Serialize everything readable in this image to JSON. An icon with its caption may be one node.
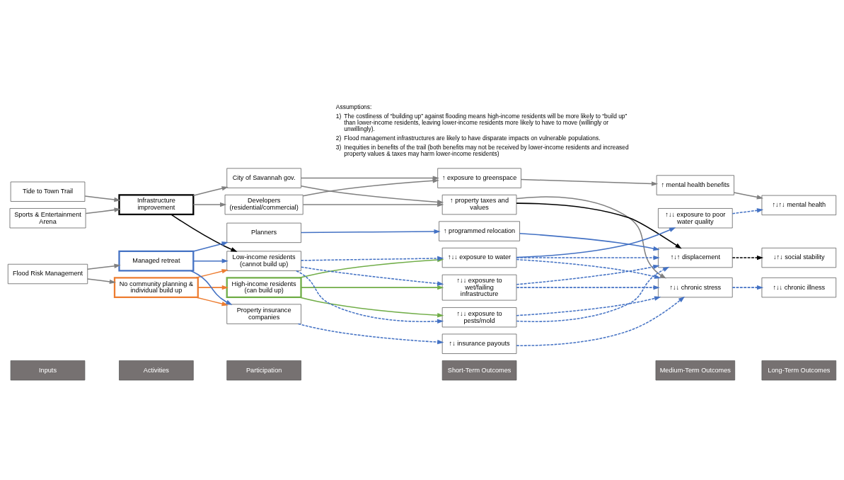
{
  "diagram": {
    "nodes": [
      {
        "text": [
          "Inputs"
        ]
      },
      {
        "text": [
          "Activities"
        ]
      },
      {
        "text": [
          "Participation"
        ]
      },
      {
        "text": [
          "Short-Term Outcomes"
        ]
      },
      {
        "text": [
          "Medium-Term Outcomes"
        ]
      },
      {
        "text": [
          "Long-Term Outcomes"
        ]
      },
      {
        "text": [
          "Tide to Town Trail"
        ]
      },
      {
        "text": [
          "Sports & Entertainment Arena"
        ]
      },
      {
        "text": [
          "Flood Risk Management"
        ]
      },
      {
        "text": [
          "Infrastructure improvement"
        ]
      },
      {
        "text": [
          "No community planning & individual build up"
        ]
      },
      {
        "text": [
          "Managed retreat"
        ]
      },
      {
        "text": [
          "City of Savannah gov."
        ]
      },
      {
        "text": [
          "Developers (residential/commercial)"
        ]
      },
      {
        "text": [
          "High-income residents (can build up)"
        ]
      },
      {
        "text": [
          "Low-income residents (cannot build up)"
        ]
      },
      {
        "text": [
          "Property insurance companies"
        ]
      },
      {
        "text": [
          "Planners"
        ]
      },
      {
        "text": [
          "↑ property taxes and values"
        ]
      },
      {
        "text": [
          "↑ exposure to greenspace"
        ]
      },
      {
        "text": [
          "↑↓↓ exposure to water"
        ]
      },
      {
        "text": [
          "↑↓↓ exposure to pests/mold"
        ]
      },
      {
        "text": [
          "↑↓↓ exposure to wet/failing infrastructure"
        ]
      },
      {
        "text": [
          "↑↓ insurance payouts"
        ]
      },
      {
        "text": [
          "↑ programmed relocation"
        ]
      },
      {
        "text": [
          "↑ mental health benefits"
        ]
      },
      {
        "text": [
          "↑↓↓ exposure to poor water quality"
        ]
      },
      {
        "text": [
          "↑↓↓ chronic stress"
        ]
      },
      {
        "text": [
          "↑↓↑ displacement"
        ]
      },
      {
        "text": [
          "↑↓↑↓ mental health"
        ]
      },
      {
        "text": [
          "↑↓↓ chronic illness"
        ]
      },
      {
        "text": [
          "↓↑↓ social stability"
        ]
      }
    ],
    "edges": [
      {
        "from": 6,
        "to": 9,
        "arrow": "to"
      },
      {
        "from": 7,
        "to": 9,
        "arrow": "to"
      },
      {
        "from": 8,
        "to": 10,
        "arrow": "to"
      },
      {
        "from": 8,
        "to": 11,
        "arrow": "to"
      },
      {
        "from": 9,
        "to": 12,
        "arrow": "to"
      },
      {
        "from": 9,
        "to": 13,
        "arrow": "to"
      },
      {
        "from": 9,
        "to": 15,
        "arrow": "to",
        "color": "#000000"
      },
      {
        "from": 10,
        "to": 14,
        "arrow": "to",
        "color": "#ed7d31"
      },
      {
        "from": 10,
        "to": 15,
        "arrow": "to",
        "color": "#ed7d31"
      },
      {
        "from": 10,
        "to": 16,
        "arrow": "to",
        "color": "#ed7d31"
      },
      {
        "from": 11,
        "to": 15,
        "arrow": "to",
        "color": "#4472c4"
      },
      {
        "from": 11,
        "to": 16,
        "arrow": "to",
        "color": "#4472c4"
      },
      {
        "from": 11,
        "to": 17,
        "arrow": "to",
        "color": "#4472c4"
      },
      {
        "from": 12,
        "to": 18,
        "arrow": "to"
      },
      {
        "from": 12,
        "to": 19,
        "arrow": "to"
      },
      {
        "from": 13,
        "to": 18,
        "arrow": "to"
      },
      {
        "from": 13,
        "to": 19,
        "arrow": "to"
      },
      {
        "from": 14,
        "to": 20,
        "arrow": "to",
        "color": "#70ad47"
      },
      {
        "from": 14,
        "to": 21,
        "arrow": "to",
        "color": "#70ad47"
      },
      {
        "from": 14,
        "to": 22,
        "arrow": "to",
        "color": "#70ad47"
      },
      {
        "from": 15,
        "to": 20,
        "arrow": "to",
        "style": "dashed",
        "color": "#4472c4"
      },
      {
        "from": 15,
        "to": 21,
        "arrow": "to",
        "style": "dashed",
        "color": "#4472c4"
      },
      {
        "from": 15,
        "to": 22,
        "arrow": "to",
        "style": "dashed",
        "color": "#4472c4"
      },
      {
        "from": 16,
        "to": 23,
        "arrow": "to",
        "style": "dashed",
        "color": "#4472c4"
      },
      {
        "from": 17,
        "to": 24,
        "arrow": "to",
        "color": "#4472c4"
      },
      {
        "from": 18,
        "to": 27,
        "arrow": "to"
      },
      {
        "from": 18,
        "to": 28,
        "arrow": "to",
        "color": "#000000"
      },
      {
        "from": 19,
        "to": 25,
        "arrow": "to"
      },
      {
        "from": 20,
        "to": 26,
        "arrow": "to",
        "color": "#4472c4"
      },
      {
        "from": 20,
        "to": 27,
        "arrow": "to",
        "style": "dashed",
        "color": "#4472c4"
      },
      {
        "from": 20,
        "to": 28,
        "arrow": "to",
        "style": "dashed",
        "color": "#4472c4"
      },
      {
        "from": 21,
        "to": 27,
        "arrow": "to",
        "style": "dashed",
        "color": "#4472c4"
      },
      {
        "from": 21,
        "to": 28,
        "arrow": "to",
        "style": "dashed",
        "color": "#4472c4"
      },
      {
        "from": 22,
        "to": 27,
        "arrow": "to",
        "style": "dashed",
        "color": "#4472c4"
      },
      {
        "from": 22,
        "to": 28,
        "arrow": "to",
        "style": "dashed",
        "color": "#4472c4"
      },
      {
        "from": 23,
        "to": 27,
        "arrow": "to",
        "style": "dashed",
        "color": "#4472c4"
      },
      {
        "from": 24,
        "to": 28,
        "arrow": "to",
        "color": "#4472c4"
      },
      {
        "from": 25,
        "to": 29,
        "arrow": "to"
      },
      {
        "from": 26,
        "to": 29,
        "arrow": "to",
        "style": "dashed",
        "color": "#4472c4"
      },
      {
        "from": 27,
        "to": 30,
        "arrow": "to",
        "style": "dashed",
        "color": "#4472c4"
      },
      {
        "from": 28,
        "to": 31,
        "arrow": "to",
        "style": "dashed",
        "color": "#000000"
      }
    ],
    "labels": [
      "Assumptions:",
      "1)",
      "The costliness of “building up” against flooding means high-income residents will be more likely to “build up” than lower-income residents, leaving lower-income residents more likely to have to move (willingly or unwillingly).",
      "2)",
      "Flood management infrastructures are likely to have disparate impacts on vulnerable populations.",
      "3)",
      "Inequities in benefits of the trail (both benefits may not be received by lower-income residents and increased property values & taxes may harm lower-income residents)"
    ]
  }
}
